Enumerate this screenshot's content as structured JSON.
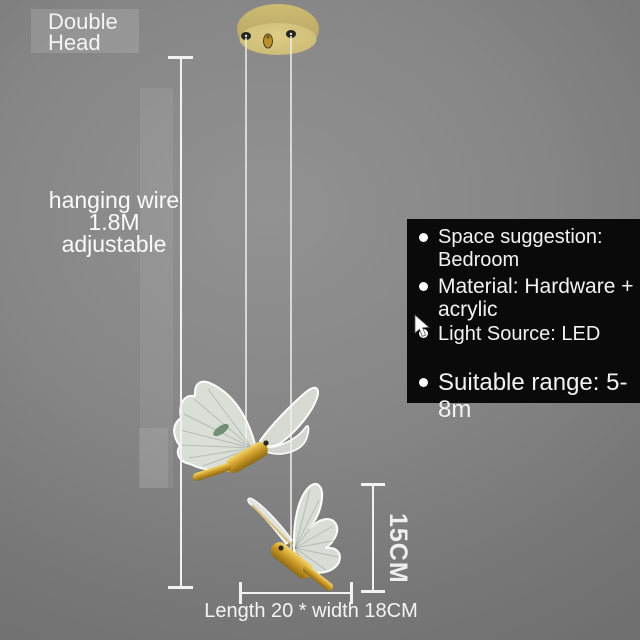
{
  "badge": {
    "line1": "Double",
    "line2": "Head"
  },
  "wire_note": {
    "line1": "hanging wire",
    "line2": "1.8M",
    "line3": "adjustable"
  },
  "specs_panel": {
    "items": [
      {
        "line1": "Space suggestion:",
        "line2": "Bedroom"
      },
      {
        "line1": "Material: Hardware + acrylic"
      },
      {
        "line1": "Light Source: LED"
      },
      {
        "line1": "Suitable range: 5-8m"
      }
    ],
    "bullet_glyph": "●"
  },
  "dimensions": {
    "height_label": "15CM",
    "width_label": "Length 20 * width 18CM"
  },
  "icons": {
    "bullet": "circle-dot",
    "cursor": "arrow-pointer"
  },
  "colors": {
    "wall_gray": "#8a8a8a",
    "panel_bg": "#0a0a0a",
    "gold": "#c9a434",
    "canopy_gold": "#d5c47d",
    "wing_white": "#e9ede4",
    "measure_white": "#f2f2f2"
  }
}
